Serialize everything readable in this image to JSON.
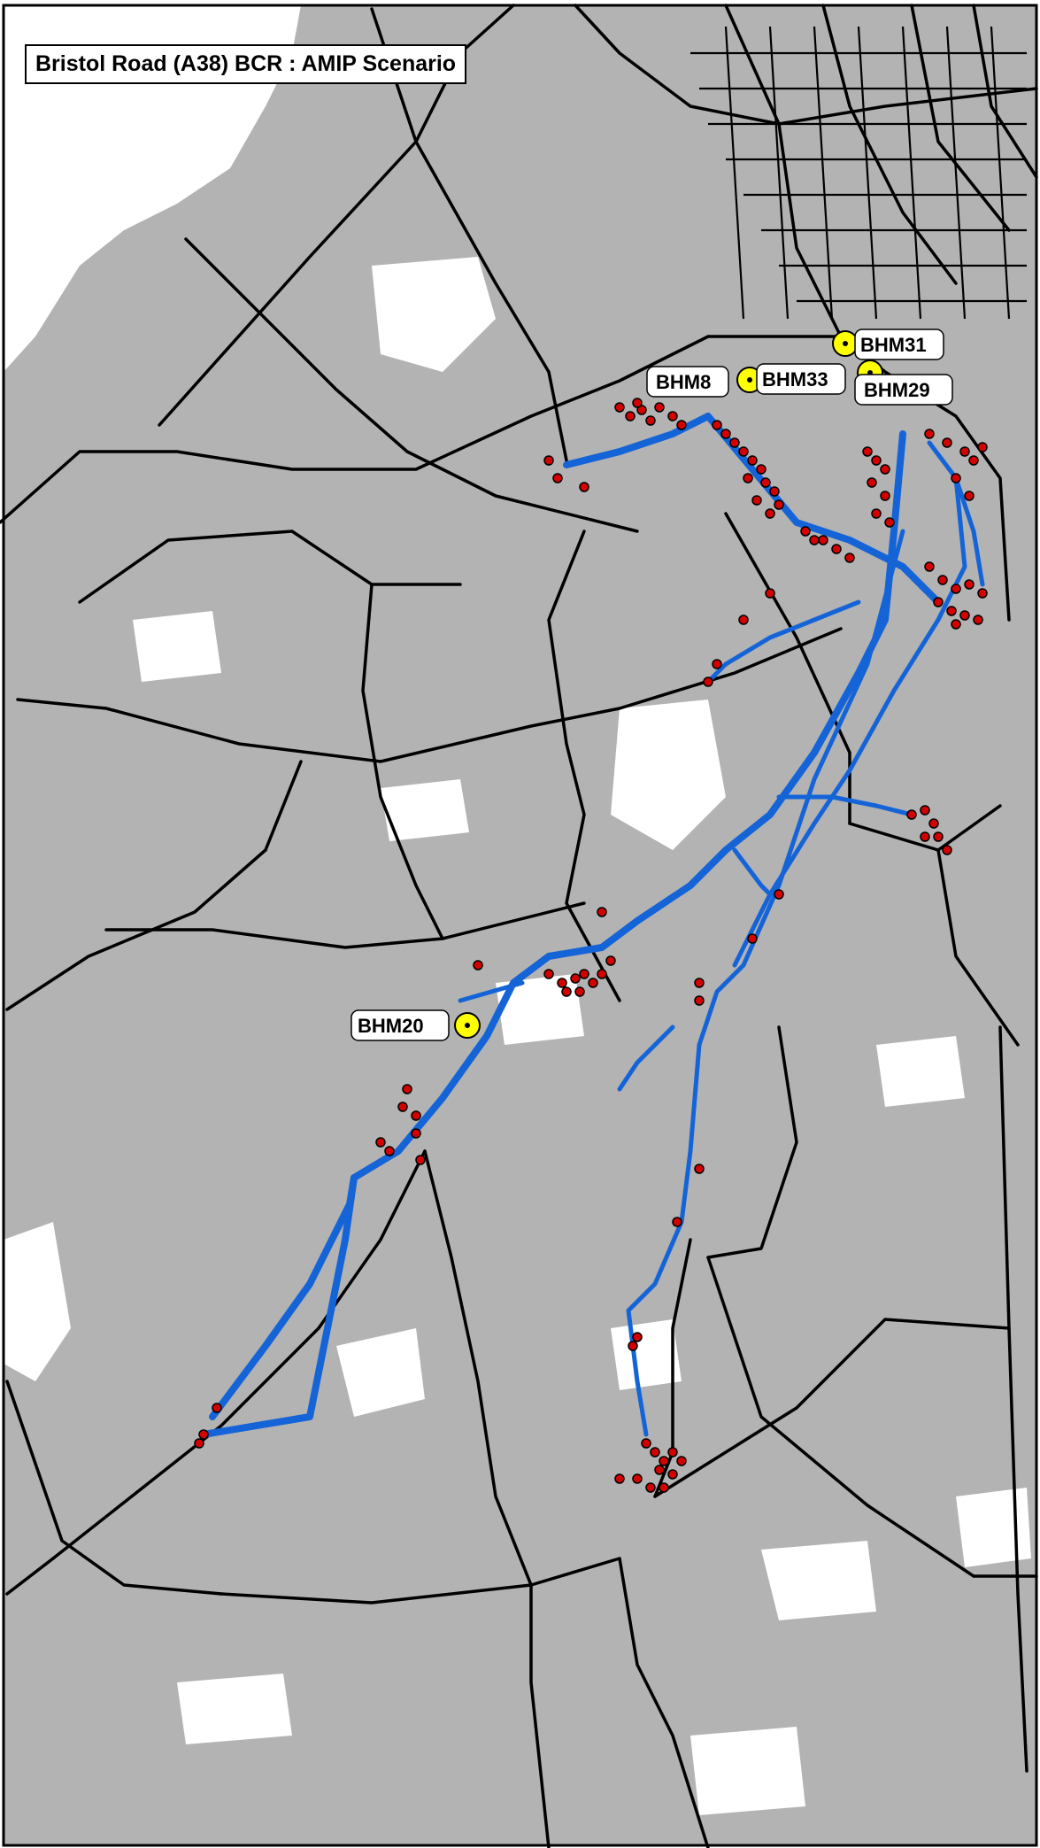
{
  "map": {
    "title": "Bristol Road (A38) BCR : AMIP Scenario",
    "colors": {
      "land": "#b3b3b3",
      "open_space": "#ffffff",
      "road": "#000000",
      "route": "#1464d8",
      "incident_fill": "#d40000",
      "site_fill": "#ffff00"
    },
    "sites": [
      {
        "label": "BHM31"
      },
      {
        "label": "BHM33"
      },
      {
        "label": "BHM8"
      },
      {
        "label": "BHM29"
      },
      {
        "label": "BHM20"
      }
    ]
  }
}
